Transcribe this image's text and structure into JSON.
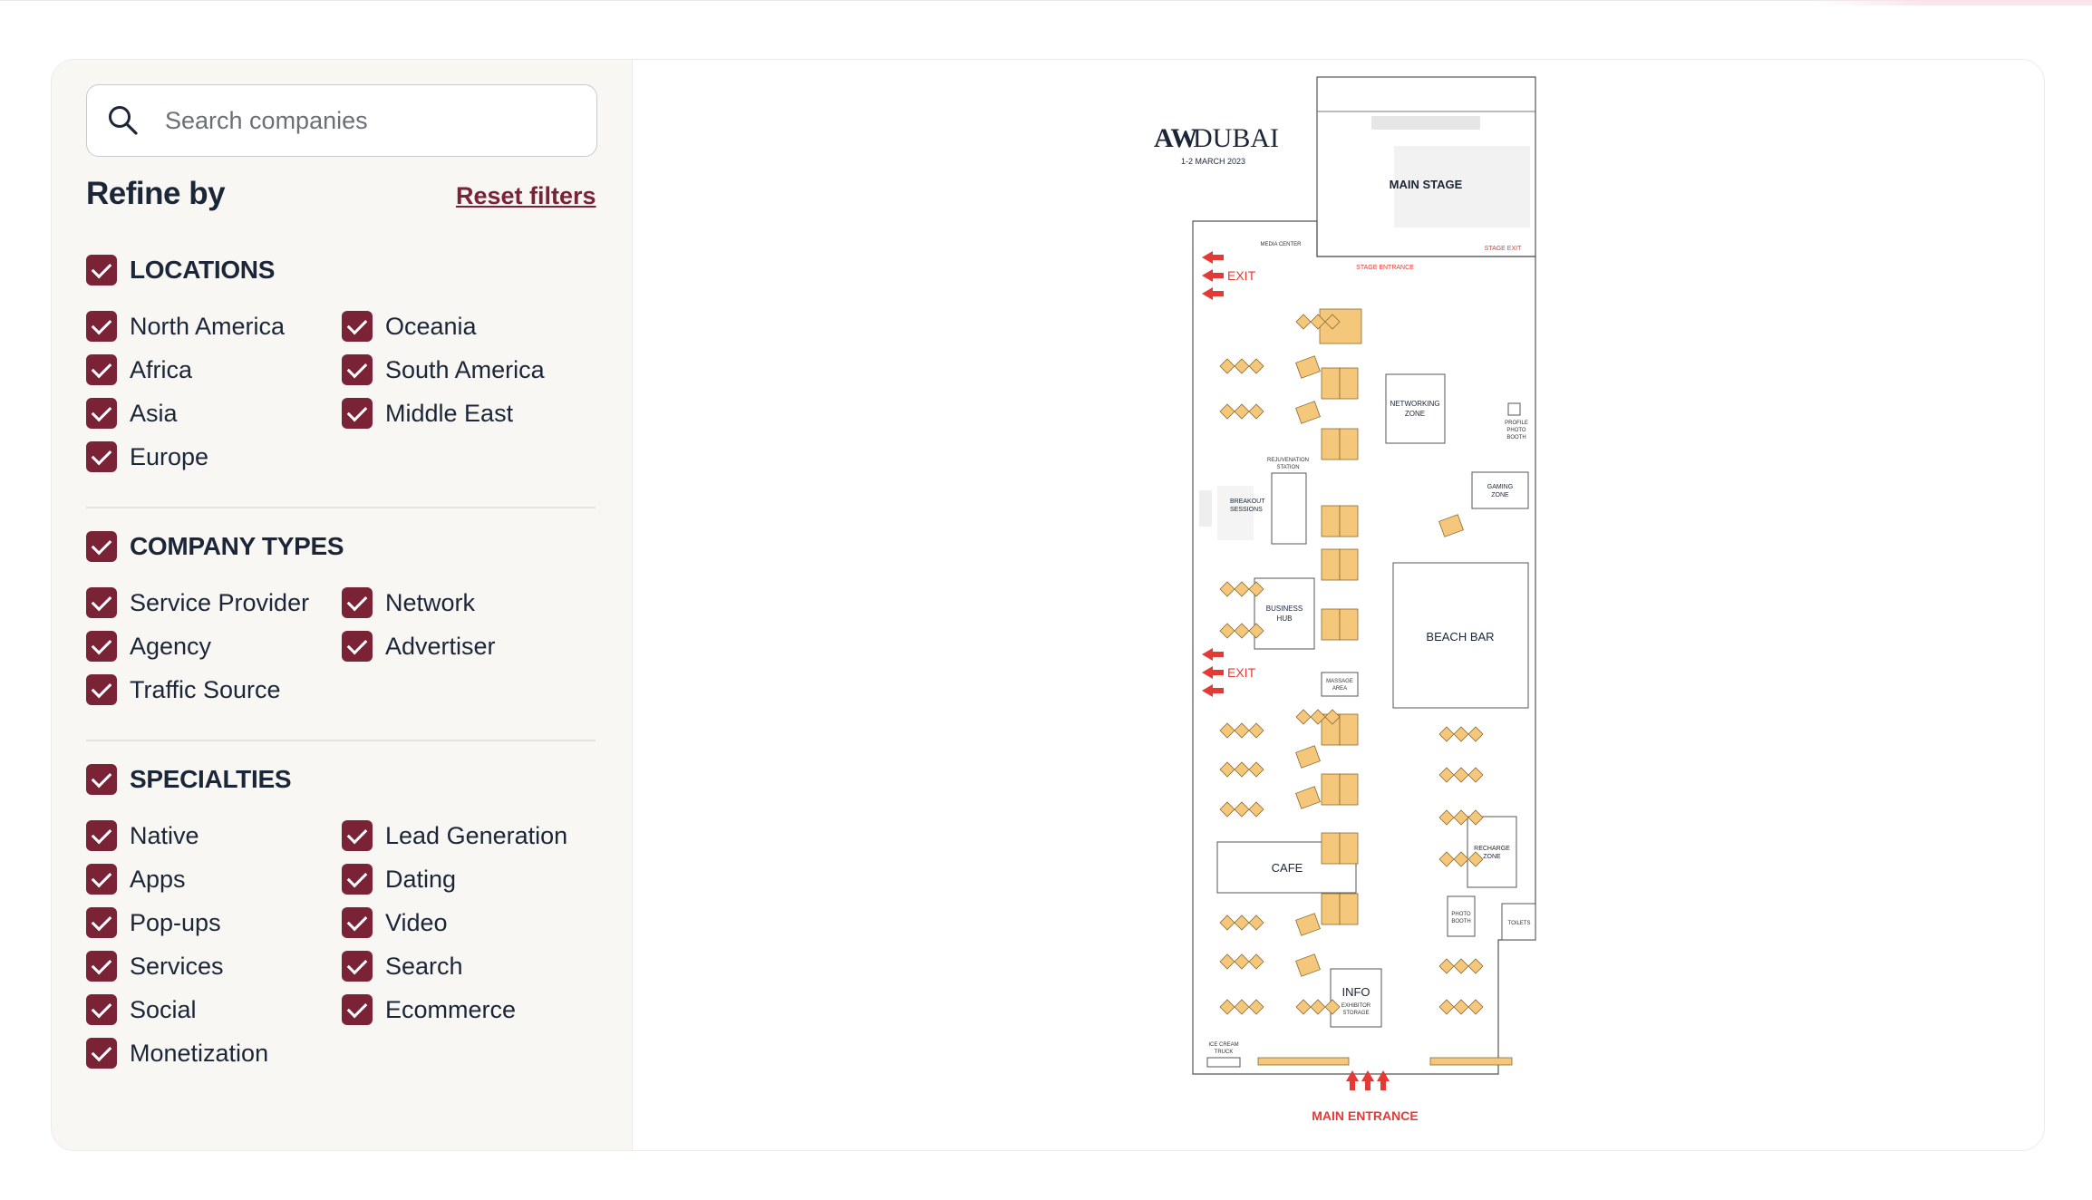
{
  "search": {
    "placeholder": "Search companies"
  },
  "refine": {
    "title": "Refine by",
    "reset_label": "Reset filters"
  },
  "filters": {
    "locations": {
      "label": "LOCATIONS",
      "options": [
        "North America",
        "Oceania",
        "Africa",
        "South America",
        "Asia",
        "Middle East",
        "Europe"
      ]
    },
    "company_types": {
      "label": "COMPANY TYPES",
      "options": [
        "Service Provider",
        "Network",
        "Agency",
        "Advertiser",
        "Traffic Source"
      ]
    },
    "specialties": {
      "label": "SPECIALTIES",
      "options": [
        "Native",
        "Lead Generation",
        "Apps",
        "Dating",
        "Pop-ups",
        "Video",
        "Services",
        "Search",
        "Social",
        "Ecommerce",
        "Monetization"
      ]
    }
  },
  "colors": {
    "accent": "#7a2236",
    "booth": "#f5c77a",
    "exit": "#e53935",
    "zoom": "#f5b74e"
  },
  "map": {
    "logo_brand": "AW",
    "logo_city": "DUBAI",
    "event_date": "1-2 MARCH 2023",
    "labels": {
      "main_stage": "MAIN STAGE",
      "stage_entrance": "STAGE ENTRANCE",
      "stage_exit": "STAGE EXIT",
      "media_center": "MEDIA CENTER",
      "exit": "EXIT",
      "networking_zone_1": "NETWORKING",
      "networking_zone_2": "ZONE",
      "profile_photo_booth_1": "PROFILE",
      "profile_photo_booth_2": "PHOTO",
      "profile_photo_booth_3": "BOOTH",
      "gaming_zone_1": "GAMING",
      "gaming_zone_2": "ZONE",
      "rejuvenation_station_1": "REJUVENATION",
      "rejuvenation_station_2": "STATION",
      "breakout_sessions_1": "BREAKOUT",
      "breakout_sessions_2": "SESSIONS",
      "business_hub_1": "BUSINESS",
      "business_hub_2": "HUB",
      "beach_bar": "BEACH BAR",
      "massage_area_1": "MASSAGE",
      "massage_area_2": "AREA",
      "cafe": "CAFE",
      "recharge_zone_1": "RECHARGE",
      "recharge_zone_2": "ZONE",
      "photo_booth_1": "PHOTO",
      "photo_booth_2": "BOOTH",
      "toilets": "TOILETS",
      "info": "INFO",
      "exhibitor_storage_1": "EXHIBITOR",
      "exhibitor_storage_2": "STORAGE",
      "ice_cream_truck_1": "ICE CREAM",
      "ice_cream_truck_2": "TRUCK",
      "main_entrance": "MAIN ENTRANCE"
    }
  },
  "zoom": {
    "in_icon": "plus-icon",
    "out_icon": "minus-icon"
  }
}
